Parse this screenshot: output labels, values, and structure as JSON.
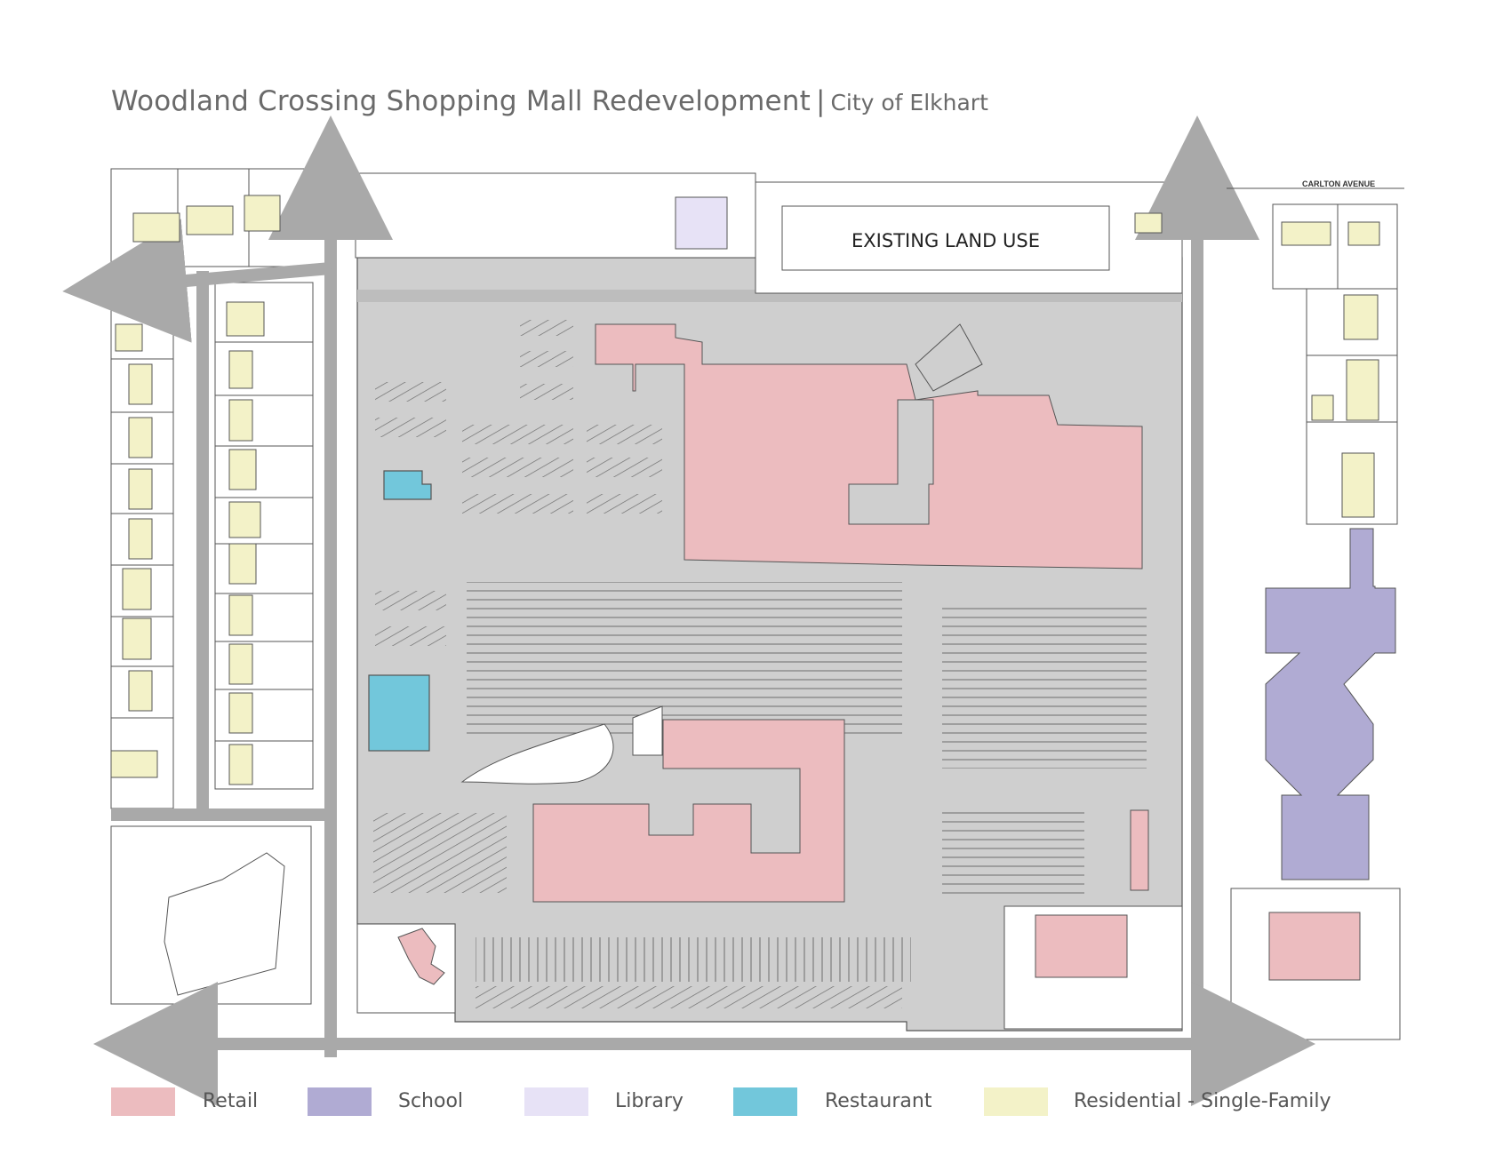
{
  "header": {
    "title": "Woodland Crossing Shopping Mall Redevelopment",
    "separator": "|",
    "subtitle": "City of Elkhart"
  },
  "map": {
    "box_label": "EXISTING LAND USE",
    "street_label": "CARLTON AVENUE"
  },
  "legend": [
    {
      "label": "Retail",
      "color": "#ecbcbf"
    },
    {
      "label": "School",
      "color": "#b0abd3"
    },
    {
      "label": "Library",
      "color": "#e7e2f6"
    },
    {
      "label": "Restaurant",
      "color": "#72c7db"
    },
    {
      "label": "Residential - Single-Family",
      "color": "#f3f2c8"
    }
  ],
  "colors": {
    "parking": "#cfcfcf",
    "road": "#a9a9a9",
    "outline": "#555555"
  }
}
